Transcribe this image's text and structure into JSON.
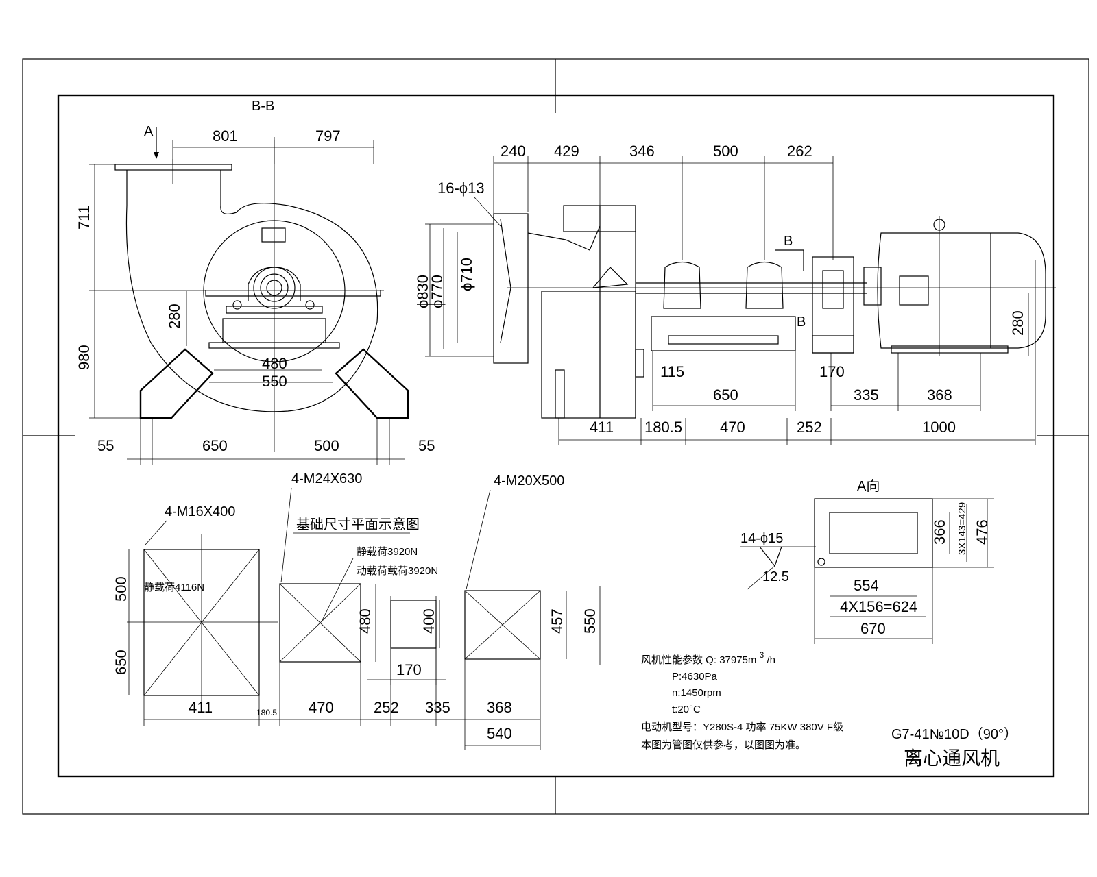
{
  "side_view": {
    "section_label": "B-B",
    "arrow_label": "A",
    "dims": {
      "top_left": "801",
      "top_right": "797",
      "h_upper": "711",
      "h_lower": "980",
      "h_shaft": "280",
      "inner_480": "480",
      "inner_550": "550",
      "bottom_55a": "55",
      "bottom_650": "650",
      "bottom_500": "500",
      "bottom_55b": "55"
    }
  },
  "main_view": {
    "holes": "16-ϕ13",
    "dia_830": "ϕ830",
    "dia_770": "ϕ770",
    "dia_710": "ϕ710",
    "top_dims": [
      "240",
      "429",
      "346",
      "500",
      "262"
    ],
    "section_mark_top": "B",
    "section_mark_bottom": "B",
    "mid_dims": {
      "d115": "115",
      "d650": "650",
      "d170": "170",
      "d335": "335",
      "d368": "368"
    },
    "bottom_dims": {
      "d411": "411",
      "d180_5": "180.5",
      "d470": "470",
      "d252": "252",
      "d1000": "1000"
    },
    "motor_height": "280"
  },
  "foundation": {
    "bolt_a": "4-M16X400",
    "bolt_b": "4-M24X630",
    "bolt_c": "4-M20X500",
    "title": "基础尺寸平面示意图",
    "load_a": "静载荷3920N",
    "load_b": "动载荷载荷3920N",
    "load_c": "静载荷4116N",
    "dims": {
      "v500": "500",
      "v650": "650",
      "v480": "480",
      "v400": "400",
      "v457": "457",
      "v550": "550",
      "h411": "411",
      "h180_5": "180.5",
      "h470": "470",
      "h252": "252",
      "h335": "335",
      "h170": "170",
      "h368": "368",
      "h540": "540"
    }
  },
  "a_view": {
    "label": "A向",
    "holes": "14-ϕ15",
    "roughness": "12.5",
    "dims": {
      "v366": "366",
      "v3x143": "3X143=429",
      "v476": "476",
      "h554": "554",
      "h4x156": "4X156=624",
      "h670": "670"
    }
  },
  "specs": {
    "line1_prefix": "风机性能参数 Q:",
    "q_value": "37975m",
    "q_sup": "3",
    "q_unit": "/h",
    "p": "P:4630Pa",
    "n": "n:1450rpm",
    "t": "t:20°C",
    "motor": "电动机型号：Y280S-4 功率 75KW   380V   F级",
    "note": "本图为管图仅供参考，以图图为准。"
  },
  "title_block": {
    "model": "G7-41№10D（90°）",
    "name": "离心通风机"
  }
}
